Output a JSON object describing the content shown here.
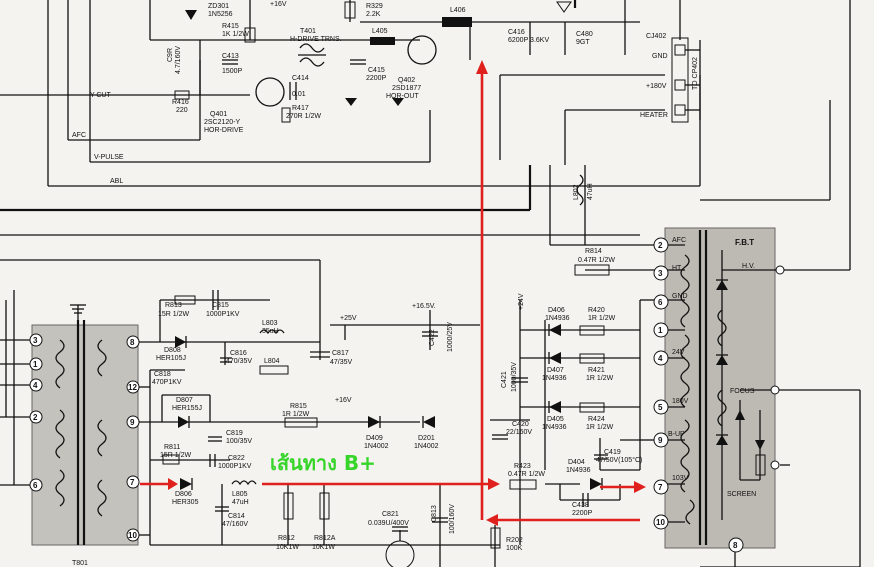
{
  "annotation": {
    "text": "เส้นทาง B+",
    "color": "#37d52a",
    "arrow_color": "#e0201c"
  },
  "top_labels": [
    "ZD301",
    "1N5256",
    "+16V",
    "R415",
    "1K 1/2W",
    "R329",
    "2.2K",
    "L406",
    "C416",
    "6200P 3.6KV",
    "C480",
    "9GT",
    "T401",
    "H-DRIVE TRNS.",
    "L405",
    "Q402",
    "2SD1877",
    "HOR-OUT",
    "C413",
    "1500P",
    "C414",
    "0.01",
    "C415",
    "2200P",
    "C9R",
    "4.7/160V",
    "Q401",
    "2SC2120-Y",
    "HOR-DRIVE",
    "R416",
    "220",
    "R417",
    "270R 1/2W",
    "Y-CUT"
  ],
  "left_signals": [
    "AFC",
    "V-PULSE",
    "ABL"
  ],
  "connector": {
    "title": "CJ402",
    "pins": [
      "GND",
      "+180V",
      "HEATER"
    ],
    "side_label": "TO CP402"
  },
  "mid_parts": [
    "R813",
    "15R 1/2W",
    "C815",
    "1000P1KV",
    "L803",
    "35uH",
    "D808",
    "HER105J",
    "C816",
    "470/35V",
    "L804",
    "C817",
    "47/35V",
    "+25V",
    "C818",
    "470P1KV",
    "D807",
    "HER155J",
    "R815",
    "1R 1/2W",
    "+16V",
    "C819",
    "100/35V",
    "D409",
    "1N4002",
    "D201",
    "1N4002",
    "R811",
    "15R 1/2W",
    "C822",
    "1000P1KV",
    "D806",
    "HER305",
    "L805",
    "47uH",
    "C814",
    "47/160V",
    "R812",
    "10K1W",
    "R812A",
    "10K1W",
    "C821",
    "0.039U/400V",
    "C813",
    "100/160V",
    "R202",
    "100K",
    "C422",
    "1000/25V",
    "+16.5V.",
    "+24V",
    "C421",
    "1000/35V",
    "C420",
    "22/160V"
  ],
  "fbt_parts": [
    "R814",
    "0.47R 1/2W",
    "L802",
    "47uH",
    "D406",
    "1N4936",
    "R420",
    "1R 1/2W",
    "D407",
    "1N4936",
    "R421",
    "1R 1/2W",
    "D405",
    "1N4936",
    "R424",
    "1R 1/2W",
    "R423",
    "0.47R 1/2W",
    "D404",
    "1N4936",
    "C419",
    "47/50V(105°C)",
    "C438",
    "2200P"
  ],
  "fbt": {
    "title": "F.B.T",
    "left_pins": [
      "2",
      "3",
      "6",
      "1",
      "4",
      "5",
      "9",
      "7",
      "10"
    ],
    "pin_labels": [
      "AFC",
      "HT.",
      "GND",
      "",
      "24V",
      "180V",
      "B-UP",
      "103V",
      ""
    ],
    "right_labels": [
      "H.V.",
      "FOCUS",
      "SCREEN"
    ],
    "bottom_pin": "8"
  },
  "transformer": {
    "left_pins": [
      "3",
      "1",
      "4",
      "2",
      "6"
    ],
    "right_pins": [
      "8",
      "12",
      "9",
      "7",
      "10"
    ],
    "label": "T801"
  }
}
